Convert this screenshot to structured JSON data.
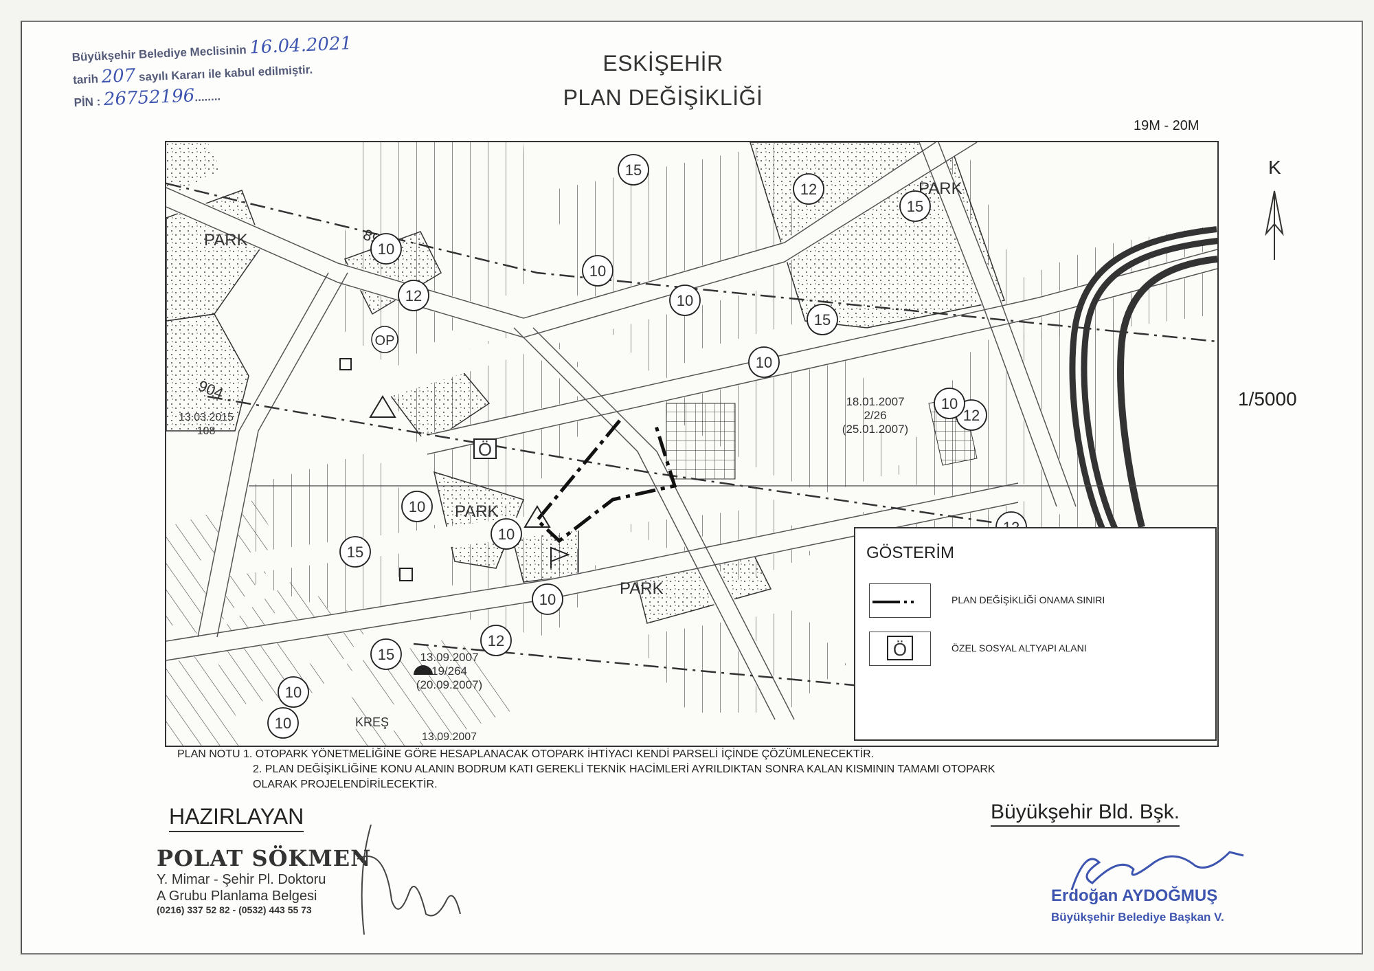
{
  "approval_stamp": {
    "line1_prefix": "Büyükşehir Belediye Meclisinin",
    "date_handwritten": "16.04.2021",
    "line2_prefix": "tarih",
    "number_handwritten": "207",
    "line2_suffix": "sayılı Kararı ile kabul edilmiştir.",
    "pin_label": "PİN :",
    "pin_handwritten": "26752196"
  },
  "title": {
    "city": "ESKİŞEHİR",
    "subtitle": "PLAN DEĞİŞİKLİĞİ"
  },
  "sheet_ref": "19M - 20M",
  "north_label": "K",
  "scale": "1/5000",
  "map": {
    "area_labels": [
      "PARK",
      "PARK",
      "PARK",
      "PARK",
      "OP",
      "KREŞ"
    ],
    "road_widths": [
      "15",
      "12",
      "10",
      "10",
      "15",
      "15",
      "12",
      "10",
      "10",
      "12",
      "10",
      "12",
      "10",
      "10",
      "15",
      "15",
      "10",
      "12",
      "15",
      "10",
      "10",
      "10"
    ],
    "lot_numbers": [
      "894",
      "904"
    ],
    "dates": {
      "a_date": "13.03.2015",
      "a_no": "108",
      "b_date": "18.01.2007",
      "b_no": "2/26",
      "b_pub": "(25.01.2007)",
      "c_date": "13.09.2007",
      "c_no": "19/264",
      "c_pub": "(20.09.2007)",
      "d_date": "13.09.2007"
    },
    "ozel_symbol": "Ö"
  },
  "legend": {
    "title": "GÖSTERİM",
    "items": [
      {
        "label": "PLAN DEĞİŞİKLİĞİ ONAMA SINIRI"
      },
      {
        "label": "ÖZEL SOSYAL ALTYAPI ALANI",
        "symbol": "Ö"
      }
    ]
  },
  "notes": {
    "note1": "PLAN NOTU 1. OTOPARK YÖNETMELİĞİNE GÖRE HESAPLANACAK OTOPARK İHTİYACI KENDİ PARSELİ İÇİNDE ÇÖZÜMLENECEKTİR.",
    "note2a": "2. PLAN DEĞİŞİKLİĞİNE KONU ALANIN BODRUM KATI GEREKLİ TEKNİK HACİMLERİ AYRILDIKTAN SONRA KALAN KISMININ TAMAMI OTOPARK",
    "note2b": "OLARAK PROJELENDİRİLECEKTİR."
  },
  "prepared": {
    "label": "HAZIRLAYAN",
    "name": "POLAT SÖKMEN",
    "title1": "Y. Mimar - Şehir Pl. Doktoru",
    "title2": "A Grubu Planlama Belgesi",
    "phone": "(0216) 337 52 82 - (0532) 443 55 73"
  },
  "mayor": {
    "label": "Büyükşehir Bld. Bşk.",
    "name": "Erdoğan AYDOĞMUŞ",
    "role": "Büyükşehir Belediye Başkan V."
  }
}
